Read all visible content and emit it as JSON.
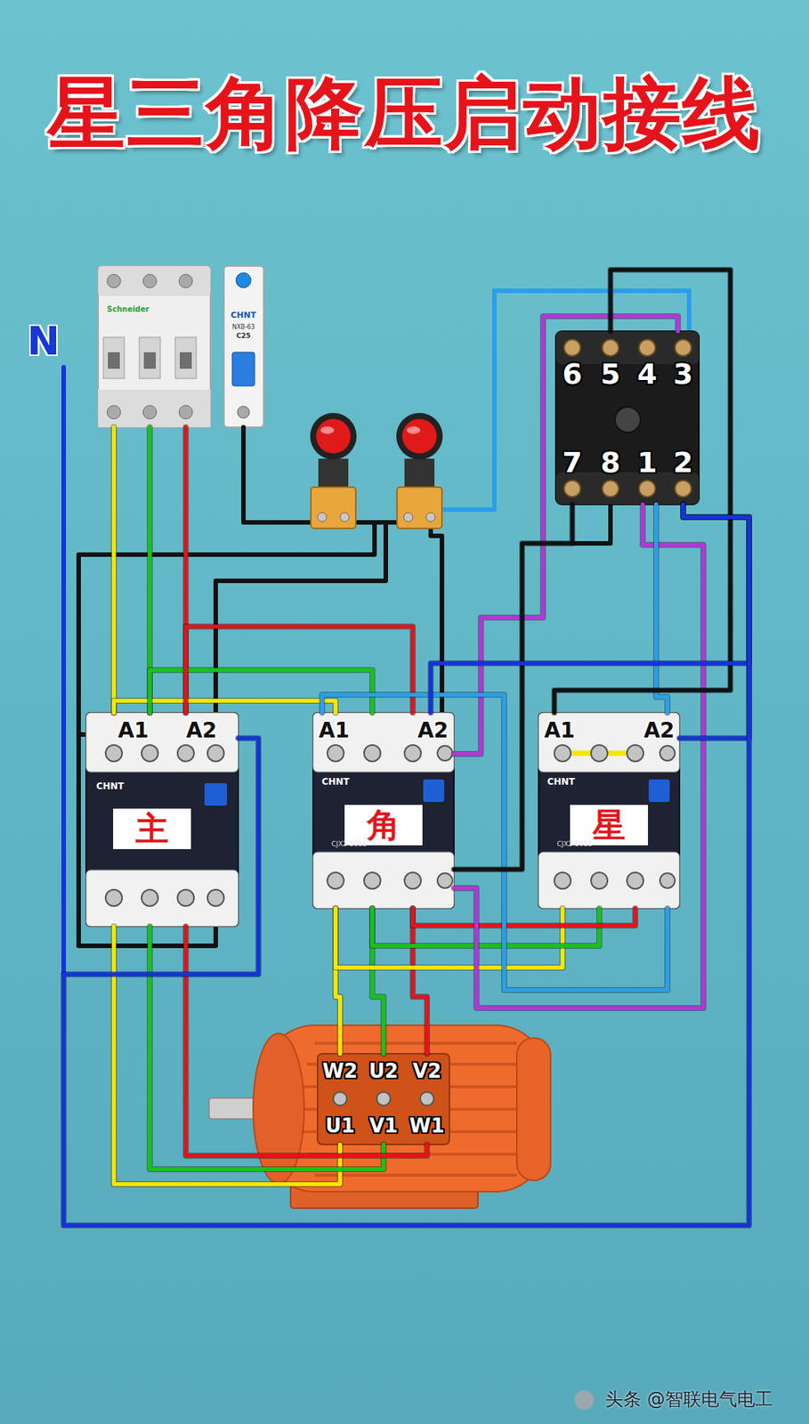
{
  "diagram": {
    "title": "星三角降压启动接线",
    "nodes": [
      {
        "text": [
          "Schneider"
        ]
      },
      {
        "text": [
          "CHNT",
          "NXB-63",
          "C25"
        ]
      },
      {
        "text": [
          "6",
          "5",
          "4",
          "3",
          "7",
          "8",
          "1",
          "2"
        ]
      },
      {
        "text": [
          "A1",
          "A2",
          "主",
          "CHNT"
        ]
      },
      {
        "text": [
          "A1",
          "A2",
          "角",
          "CHNT",
          "CJX2-5011"
        ]
      },
      {
        "text": [
          "A1",
          "A2",
          "星",
          "CHNT",
          "CJX2-5011"
        ]
      },
      {
        "text": [
          "W2",
          "U2",
          "V2",
          "U1",
          "V1",
          "W1"
        ]
      }
    ],
    "edges": [
      {
        "from": 0,
        "to": 3,
        "arrow": "none"
      },
      {
        "from": 0,
        "to": 3,
        "arrow": "none"
      },
      {
        "from": 0,
        "to": 3,
        "arrow": "none"
      },
      {
        "from": 3,
        "to": 4,
        "arrow": "none"
      },
      {
        "from": 3,
        "to": 4,
        "arrow": "none"
      },
      {
        "from": 3,
        "to": 4,
        "arrow": "none"
      },
      {
        "from": 3,
        "to": 6,
        "arrow": "none"
      },
      {
        "from": 3,
        "to": 6,
        "arrow": "none"
      },
      {
        "from": 3,
        "to": 6,
        "arrow": "none"
      },
      {
        "from": 4,
        "to": 6,
        "arrow": "none"
      },
      {
        "from": 4,
        "to": 6,
        "arrow": "none"
      },
      {
        "from": 4,
        "to": 6,
        "arrow": "none"
      },
      {
        "from": 4,
        "to": 5,
        "arrow": "none"
      },
      {
        "from": 4,
        "to": 5,
        "arrow": "none"
      },
      {
        "from": 4,
        "to": 5,
        "arrow": "none"
      },
      {
        "from": 2,
        "to": 4,
        "arrow": "none"
      },
      {
        "from": 2,
        "to": 4,
        "arrow": "none"
      },
      {
        "from": 2,
        "to": 5,
        "arrow": "none"
      },
      {
        "from": 5,
        "to": 4,
        "arrow": "none"
      },
      {
        "from": 2,
        "to": 5,
        "arrow": "none"
      },
      {
        "from": 2,
        "to": 4,
        "arrow": "none"
      },
      {
        "from": 2,
        "to": 5,
        "arrow": "none"
      },
      {
        "from": 4,
        "to": 2,
        "arrow": "none"
      },
      {
        "from": 3,
        "to": 2,
        "arrow": "none"
      }
    ],
    "labels": [
      "N",
      "头条 @智联电气电工"
    ]
  }
}
